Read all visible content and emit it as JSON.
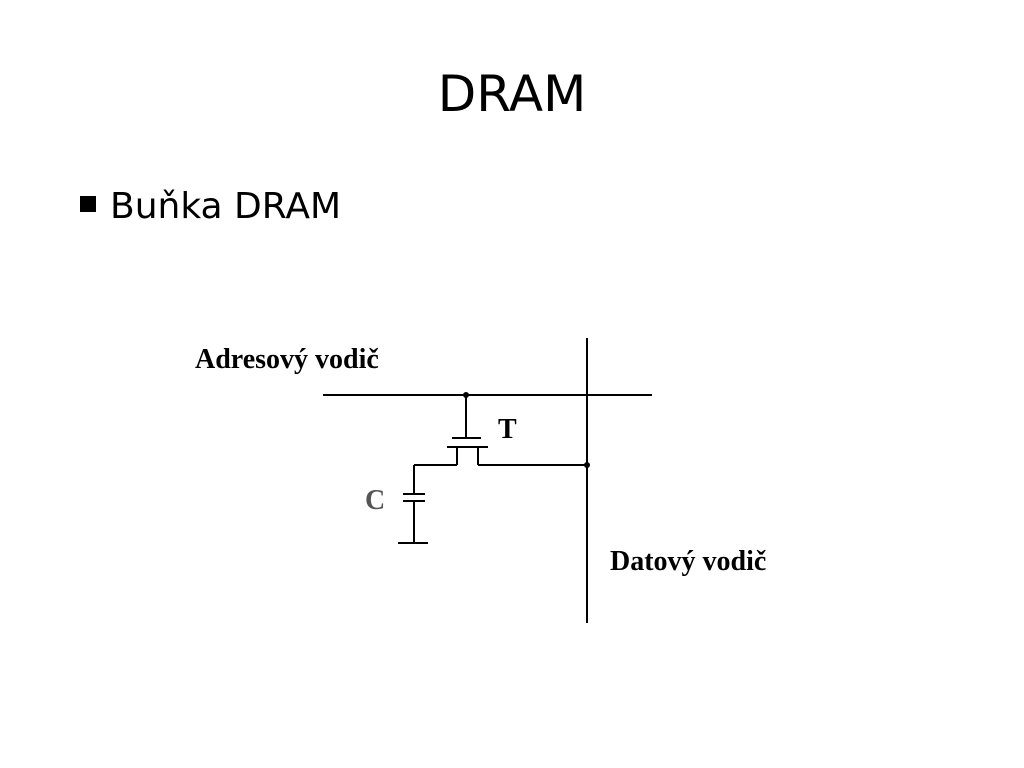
{
  "slide": {
    "title": "DRAM",
    "bullets": [
      {
        "text": "Buňka DRAM"
      }
    ]
  },
  "diagram": {
    "address_line_label": "Adresový vodič",
    "data_line_label": "Datový vodič",
    "transistor_label": "T",
    "capacitor_label": "C"
  }
}
